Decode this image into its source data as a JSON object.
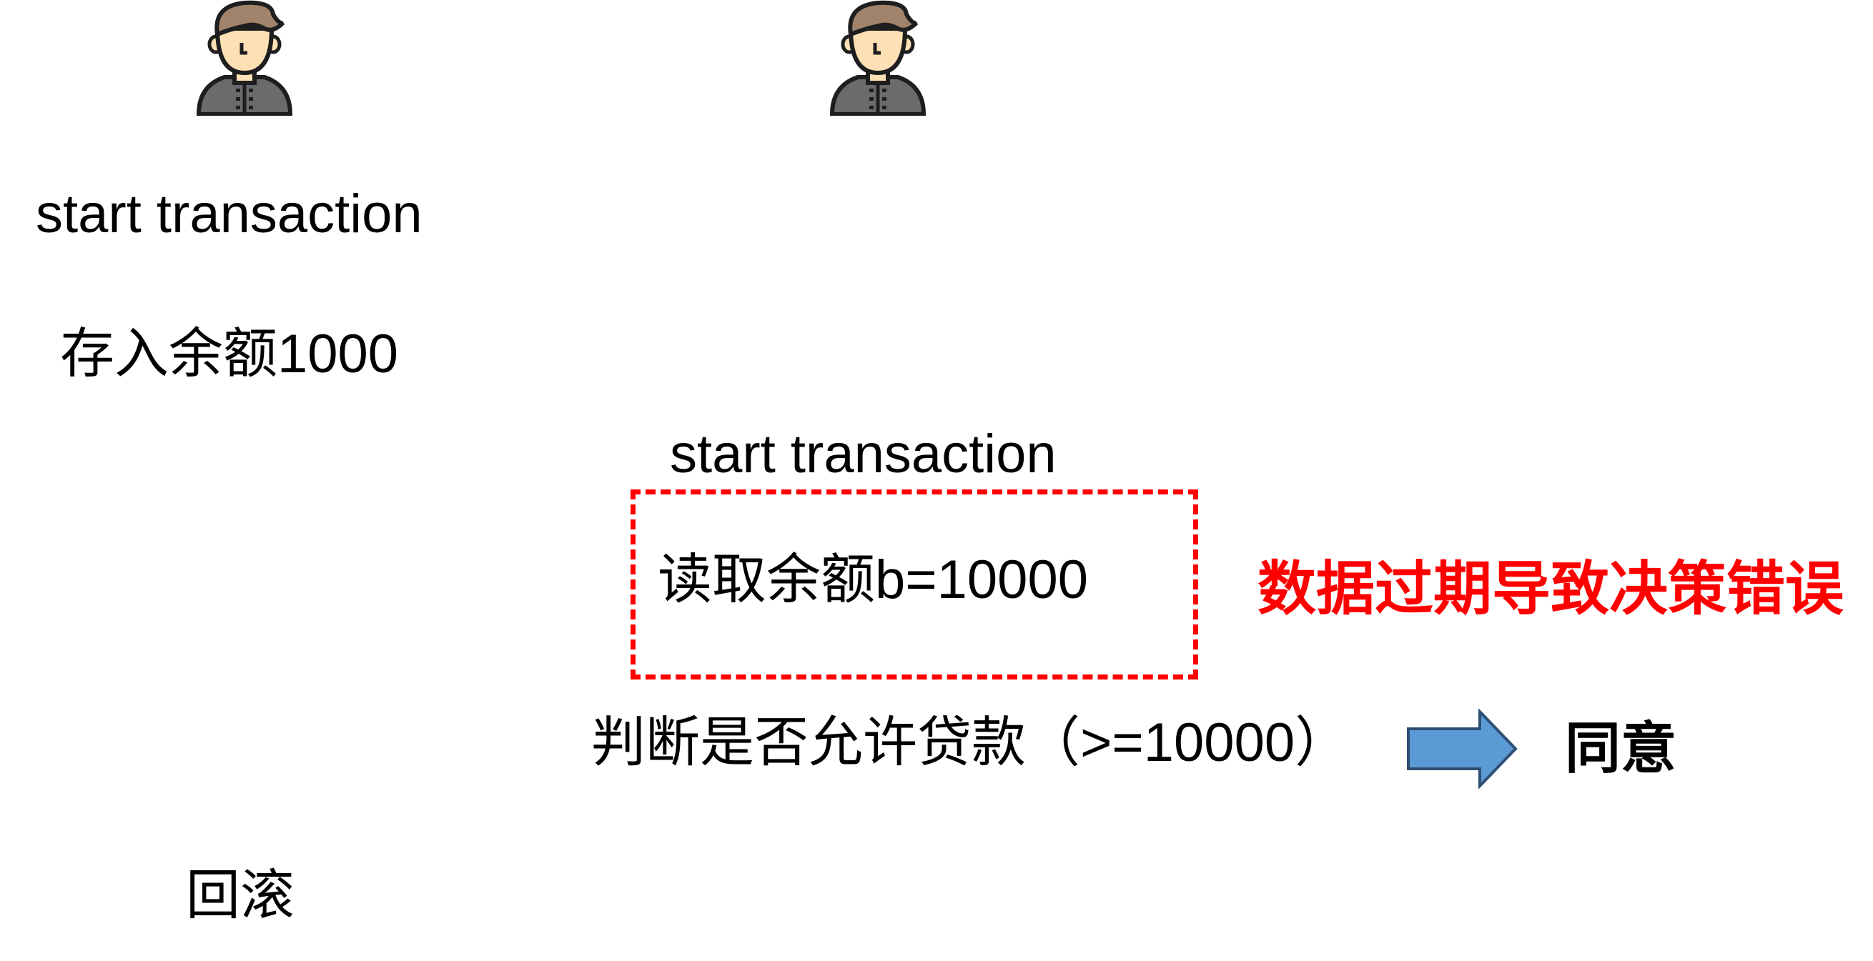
{
  "actors": [
    {
      "icon": "person-avatar-icon"
    },
    {
      "icon": "person-avatar-icon"
    }
  ],
  "left_column": {
    "start": "start transaction",
    "deposit": "存入余额1000",
    "rollback": "回滚"
  },
  "right_column": {
    "start": "start transaction",
    "read": "读取余额b=10000",
    "judge": "判断是否允许贷款（>=10000）",
    "result": "同意"
  },
  "annotation": {
    "text": "数据过期导致决策错误",
    "color": "#ff0000"
  },
  "arrow": {
    "color": "#5b9bd5",
    "icon": "right-arrow-icon"
  }
}
